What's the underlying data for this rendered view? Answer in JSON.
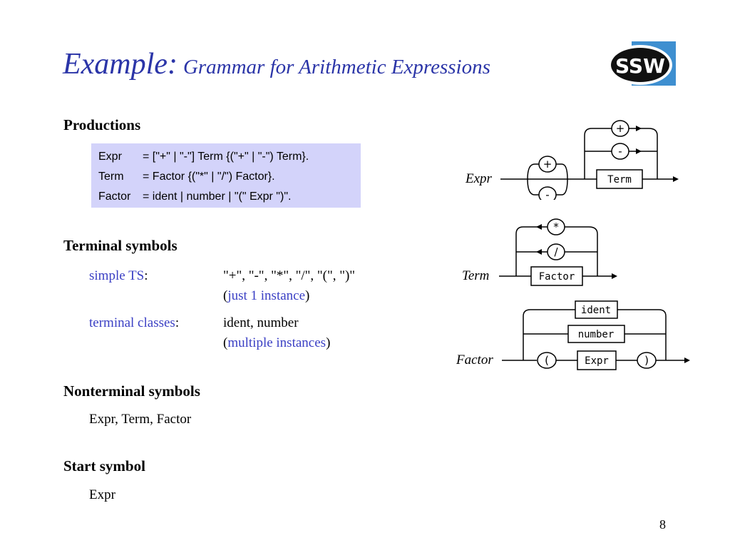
{
  "title": {
    "main": "Example:",
    "sub": "Grammar for Arithmetic Expressions"
  },
  "logo": {
    "text": "SSW"
  },
  "productions": {
    "heading": "Productions",
    "rules": [
      {
        "lhs": "Expr",
        "rhs": "= [\"+\" | \"-\"] Term {(\"+\" | \"-\") Term}."
      },
      {
        "lhs": "Term",
        "rhs": "= Factor {(\"*\" | \"/\") Factor}."
      },
      {
        "lhs": "Factor",
        "rhs": "= ident | number | \"(\" Expr \")\"."
      }
    ]
  },
  "terminal_symbols": {
    "heading": "Terminal symbols",
    "simple_label": "simple TS",
    "simple_value": "\"+\", \"-\", \"*\", \"/\", \"(\", \")\"",
    "simple_note": "just 1 instance",
    "classes_label": "terminal classes",
    "classes_value": "ident, number",
    "classes_note": "multiple instances"
  },
  "nonterminal_symbols": {
    "heading": "Nonterminal symbols",
    "value": "Expr, Term, Factor"
  },
  "start_symbol": {
    "heading": "Start symbol",
    "value": "Expr"
  },
  "diagrams": {
    "expr": {
      "label": "Expr",
      "box": "Term",
      "options": [
        "+",
        "-"
      ],
      "loop_options": [
        "+",
        "-"
      ]
    },
    "term": {
      "label": "Term",
      "box": "Factor",
      "loop_options": [
        "*",
        "/"
      ]
    },
    "factor": {
      "label": "Factor",
      "alternatives": [
        "ident",
        "number"
      ],
      "open_paren": "(",
      "inner": "Expr",
      "close_paren": ")"
    }
  },
  "page_number": "8",
  "colors": {
    "title": "#2b35a8",
    "accent_text": "#3a3fc4",
    "production_box": "#d3d3fa",
    "logo_bg": "#3e8fd0"
  }
}
